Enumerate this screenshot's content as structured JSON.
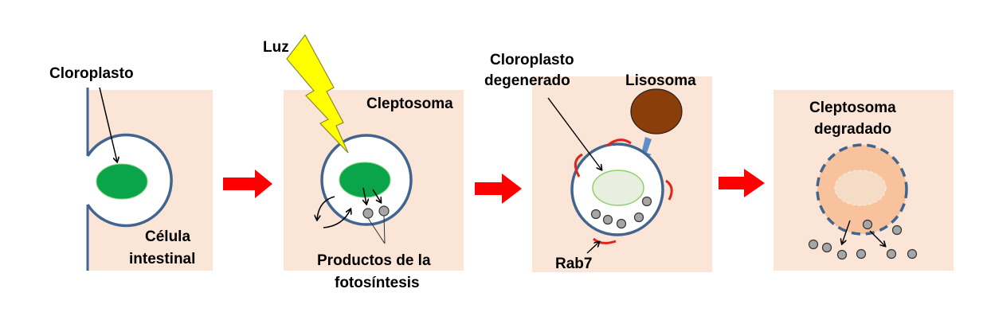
{
  "colors": {
    "panel_bg": "#fbe5d6",
    "membrane": "#41658f",
    "chloroplast": "#0aa54a",
    "arrow_red": "#ff0000",
    "lightning": "#ffff00",
    "lysosome": "#8b3e0a",
    "rab7": "#e3231b",
    "products": "#a6a6a6",
    "degraded_fill": "#f8c39c"
  },
  "panels": [
    {
      "id": "step1",
      "labels": {
        "chloroplast": "Cloroplasto",
        "cell_line1": "Célula",
        "cell_line2": "intestinal"
      }
    },
    {
      "id": "step2",
      "labels": {
        "light": "Luz",
        "kleptosome": "Cleptosoma",
        "products_line1": "Productos de la",
        "products_line2": "fotosíntesis"
      }
    },
    {
      "id": "step3",
      "labels": {
        "degenerated_line1": "Cloroplasto",
        "degenerated_line2": "degenerado",
        "lysosome": "Lisosoma",
        "rab7": "Rab7"
      }
    },
    {
      "id": "step4",
      "labels": {
        "degraded_line1": "Cleptosoma",
        "degraded_line2": "degradado"
      }
    }
  ]
}
